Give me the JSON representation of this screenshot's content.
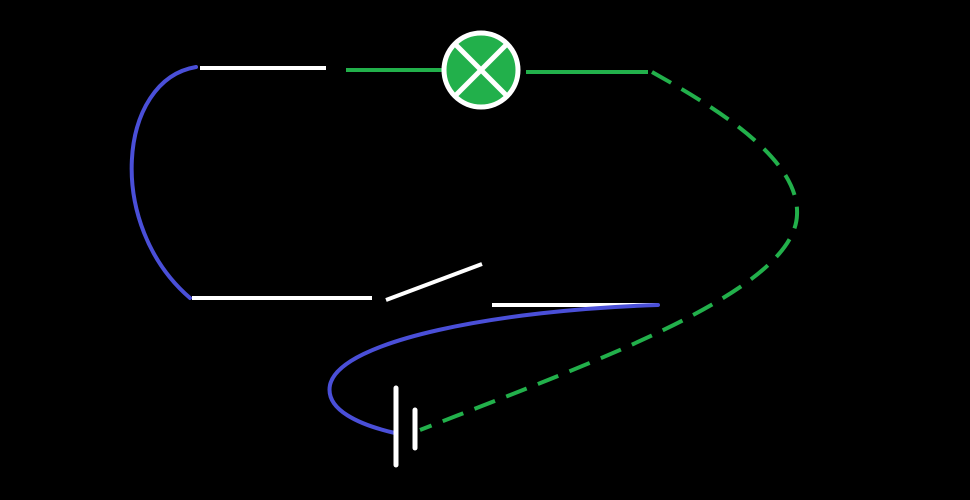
{
  "colors": {
    "background": "#000000",
    "wire_white": "#ffffff",
    "wire_blue": "#4a4fd8",
    "wire_green": "#22b04b",
    "lamp_fill": "#22b04b",
    "lamp_stroke": "#ffffff"
  },
  "components": {
    "lamp": "lamp",
    "switch_state": "open",
    "battery": "battery"
  }
}
